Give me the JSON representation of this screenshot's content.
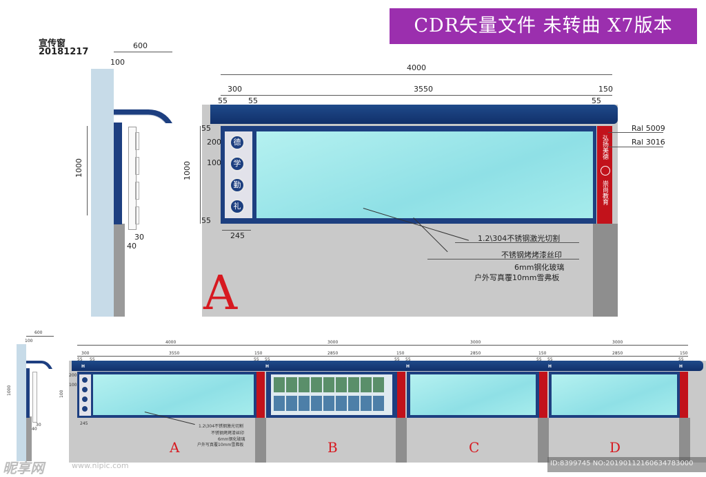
{
  "banner": {
    "text": "CDR矢量文件 未转曲 X7版本"
  },
  "header": {
    "title": "宣传窗",
    "date": "20181217"
  },
  "side_view": {
    "dim_top": "600",
    "dim_100": "100",
    "dim_height": "1000",
    "dim_30": "30",
    "dim_40": "40"
  },
  "front_view": {
    "dim_total": "4000",
    "dim_300": "300",
    "dim_3550": "3550",
    "dim_150": "150",
    "dim_55a": "55",
    "dim_55b": "55",
    "dim_55c": "55",
    "dim_55_top": "55",
    "dim_200": "200",
    "dim_100": "100",
    "dim_1000": "1000",
    "dim_55_bottom": "55",
    "dim_245": "245",
    "ral_1": "Ral 5009",
    "ral_2": "Ral 3016",
    "chars": [
      "德",
      "学",
      "勤",
      "礼"
    ],
    "red_text_1": "弘扬美德",
    "red_text_2": "崇尚教育",
    "notes": [
      "1.2\\304不锈钢激光切割",
      "不锈钢烤烤漆丝印",
      "6mm钢化玻璃",
      "户外写真覆10mm雪弗板"
    ],
    "label": "A"
  },
  "bottom": {
    "side_dim_top": "600",
    "side_dim_100": "100",
    "side_dim_1000": "1000",
    "side_dim_30": "30",
    "side_dim_40": "40",
    "seg_totals": [
      "4000",
      "3000",
      "3000",
      "3000"
    ],
    "seg_inner": [
      "3550",
      "2850",
      "2850",
      "2850"
    ],
    "dim_300": "300",
    "dim_150": "150",
    "dim_55": "55",
    "dim_245": "245",
    "dim_200": "200",
    "dim_100": "100",
    "dim_1000": "100",
    "h_mark": "H",
    "labels": [
      "A",
      "B",
      "C",
      "D"
    ],
    "notes": [
      "1.2\\304不锈钢激光切割",
      "不锈钢烤烤漆丝印",
      "6mm钢化玻璃",
      "户外写真覆10mm雪弗板"
    ]
  },
  "watermark": {
    "logo": "昵享网",
    "site": "www.nipic.com",
    "id": "ID:8399745 NO:20190112160634783000"
  },
  "colors": {
    "banner": "#9b2fae",
    "frame": "#1d3f80",
    "glass": "#a6ecec",
    "red": "#c2121b",
    "concrete": "#c9c9c9",
    "label": "#d71920"
  }
}
